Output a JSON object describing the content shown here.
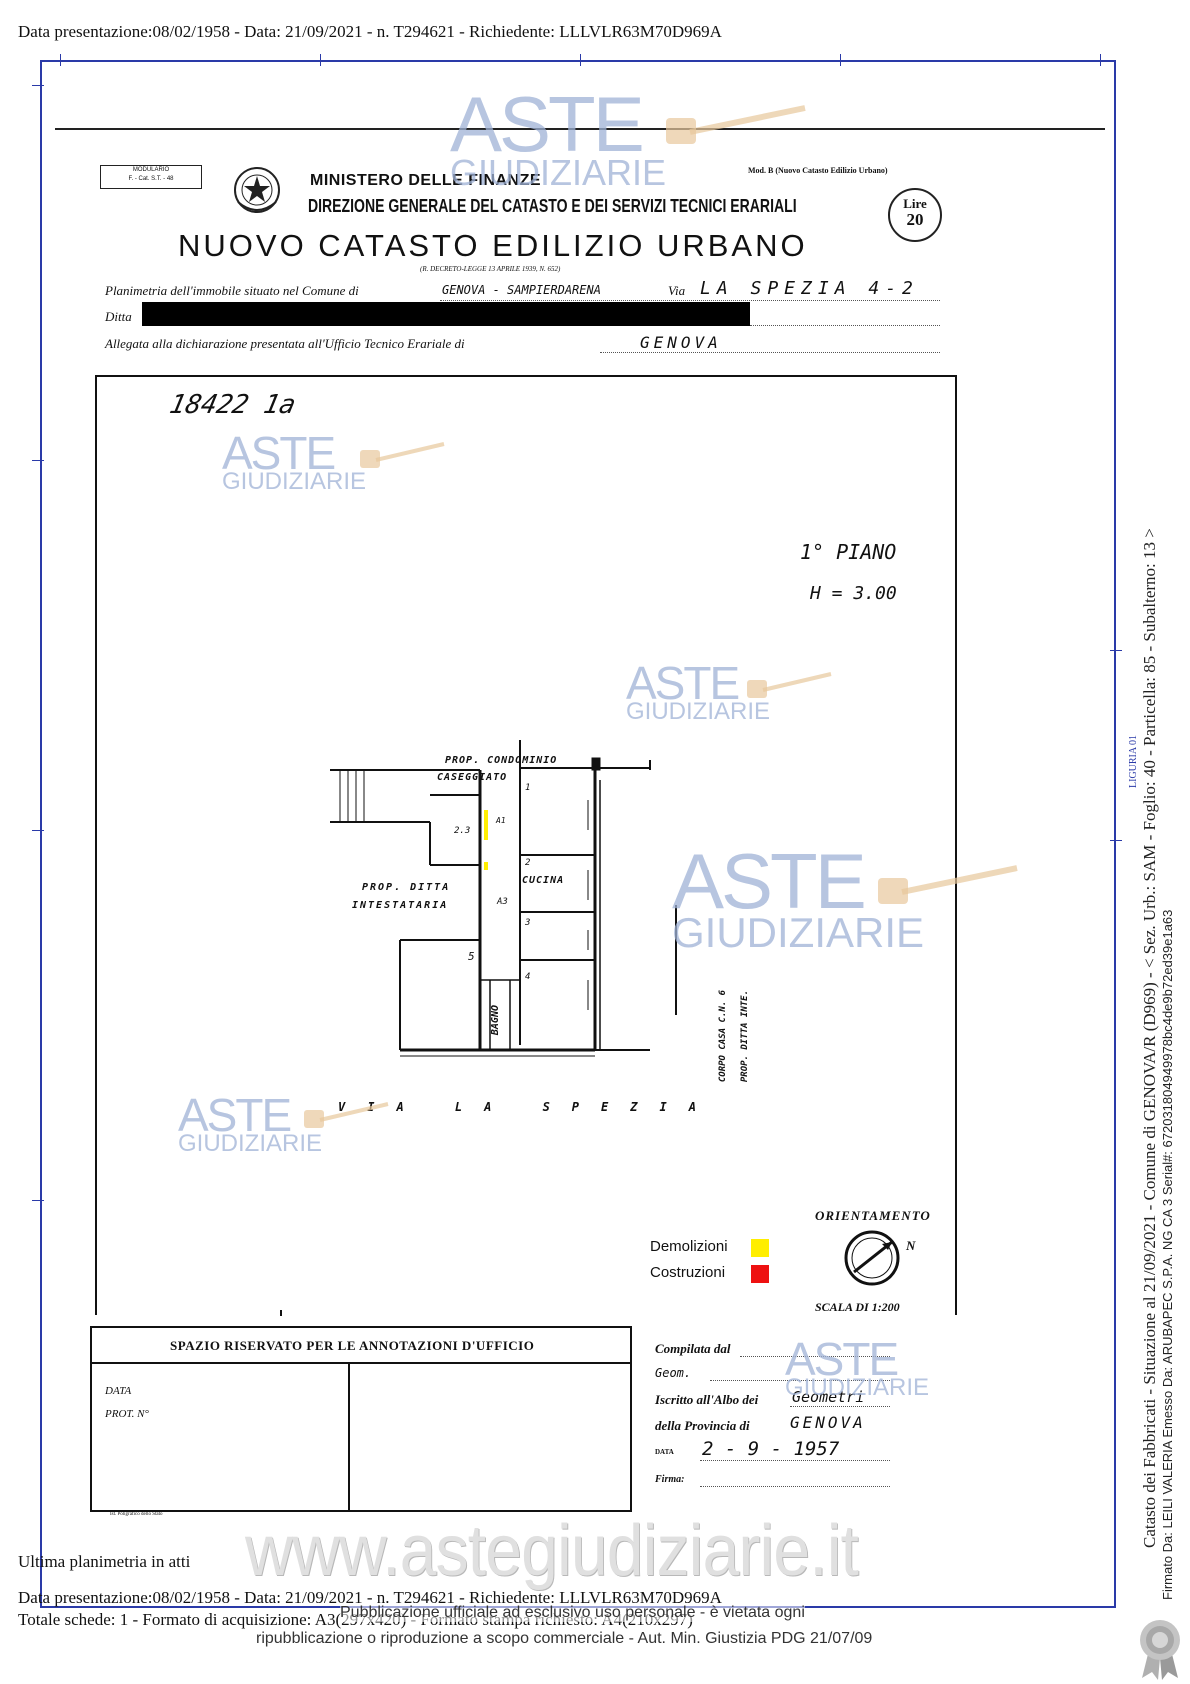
{
  "header": {
    "top_line": "Data presentazione:08/02/1958 - Data: 21/09/2021 - n. T294621 - Richiedente: LLLVLR63M70D969A"
  },
  "form": {
    "modulario": "MODULARIO",
    "modulario_code": "F. - Cat. S.T. - 48",
    "model": "Mod. B (Nuovo Catasto Edilizio Urbano)",
    "ministry": "MINISTERO DELLE FINANZE",
    "directorate": "DIREZIONE GENERALE DEL CATASTO E DEI SERVIZI TECNICI ERARIALI",
    "title": "NUOVO CATASTO EDILIZIO URBANO",
    "decree": "(R. DECRETO-LEGGE 13 APRILE 1939, N. 652)",
    "stamp_lire": "Lire",
    "stamp_value": "20",
    "planimetria_label": "Planimetria dell'immobile situato nel Comune di",
    "comune_value": "GENOVA - SAMPIERDARENA",
    "via_label": "Via",
    "via_value": "LA SPEZIA 4-2",
    "ditta_label": "Ditta",
    "allegata_label": "Allegata alla dichiarazione presentata all'Ufficio Tecnico Erariale di",
    "ufficio_value": "GENOVA"
  },
  "plan": {
    "ref_number": "18422 1a",
    "floor": "1° PIANO",
    "height": "H = 3.00",
    "labels": {
      "prop_condominio": "PROP. CONDOMINIO",
      "caseggiato": "CASEGGIATO",
      "prop_ditta": "PROP. DITTA",
      "intestataria": "INTESTATARIA",
      "cucina": "CUCINA",
      "bagno": "BAGNO",
      "corpo_casa": "CORPO CASA C.N. 6",
      "prop_ditta_inte": "PROP. DITTA INTE.",
      "street": "VIA LA SPEZIA",
      "r1": "1",
      "r2": "2",
      "r3": "3",
      "r4": "4",
      "r5": "5",
      "a1": "A1",
      "a3": "A3",
      "n23": "2.3"
    },
    "orientation_title": "ORIENTAMENTO",
    "orientation_n": "N",
    "scale": "SCALA DI 1:200"
  },
  "legend": [
    {
      "label": "Demolizioni",
      "color": "#ffee00"
    },
    {
      "label": "Costruzioni",
      "color": "#ee1111"
    }
  ],
  "annotations": {
    "title": "SPAZIO RISERVATO PER LE ANNOTAZIONI D'UFFICIO",
    "data_label": "DATA",
    "prot_label": "PROT. N°",
    "compilata_label": "Compilata dal",
    "geom_label": "Geom.",
    "iscritto_label": "Iscritto all'Albo dei",
    "iscritto_value": "Geometri",
    "provincia_label": "della Provincia di",
    "provincia_value": "GENOVA",
    "data_value": "2 - 9 - 1957",
    "firma_label": "Firma:",
    "print_note": "Ist. Poligrafico dello Stato"
  },
  "footer": {
    "ultima": "Ultima planimetria in atti",
    "presentazione": "Data presentazione:08/02/1958 - Data: 21/09/2021 - n. T294621 - Richiedente: LLLVLR63M70D969A",
    "totale": "Totale schede: 1 - Formato di acquisizione: A3(297x420) - Formato stampa richiesto: A4(210x297)",
    "pubblicazione_1": "Pubblicazione ufficiale ad esclusivo uso personale - è vietata ogni",
    "pubblicazione_2": "ripubblicazione o riproduzione a scopo commerciale - Aut. Min. Giustizia PDG 21/07/09",
    "website": "www.astegiudiziarie.it"
  },
  "side": {
    "catasto_line": "Catasto dei Fabbricati - Situazione al 21/09/2021 - Comune di GENOVA/R (D969) - < Sez. Urb.: SAM - Foglio: 40 - Particella: 85 - Subalterno: 13 >",
    "signature_line": "Firmato Da: LEILI VALERIA Emesso Da: ARUBAPEC S.P.A. NG CA 3 Serial#: 672031804949978bc4de9b72ed39e1a63",
    "small_note": "LIGURIA 01"
  },
  "watermark": {
    "aste": "ASTE",
    "giudiziarie": "GIUDIZIARIE"
  }
}
